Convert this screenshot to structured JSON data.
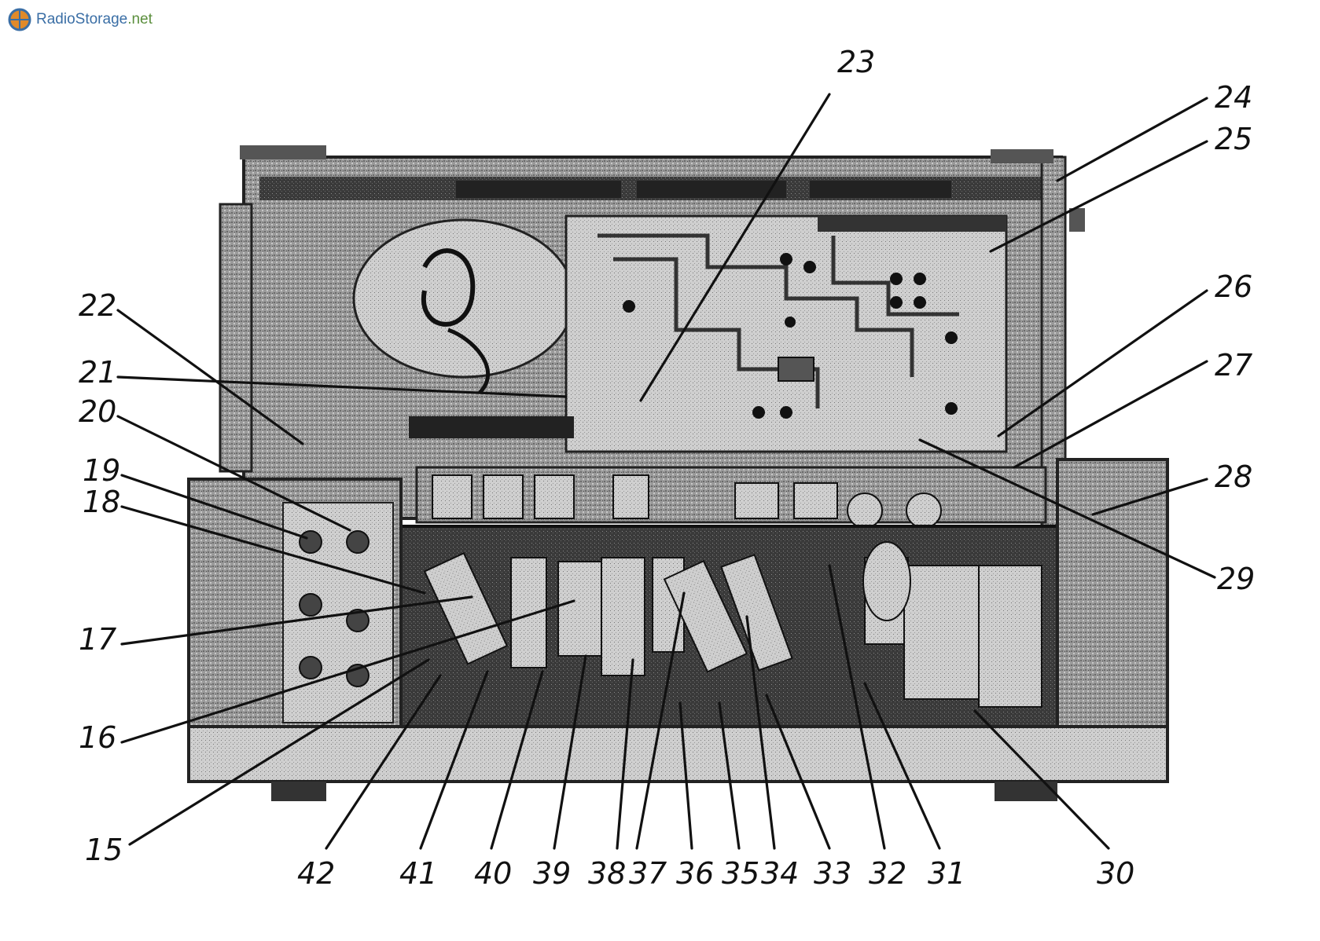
{
  "watermark": {
    "brand": "Radio",
    "brand2": "Storage",
    "tld": ".net"
  },
  "colors": {
    "ink": "#111111",
    "chassis": "#8a8a8a",
    "board": "#b5b5b5",
    "logo_blue": "#3a6ea5",
    "logo_green": "#5b8f3d",
    "logo_orange": "#e08a2a"
  },
  "callouts": [
    {
      "id": "15",
      "label": "15"
    },
    {
      "id": "16",
      "label": "16"
    },
    {
      "id": "17",
      "label": "17"
    },
    {
      "id": "18",
      "label": "18"
    },
    {
      "id": "19",
      "label": "19"
    },
    {
      "id": "20",
      "label": "20"
    },
    {
      "id": "21",
      "label": "21"
    },
    {
      "id": "22",
      "label": "22"
    },
    {
      "id": "23",
      "label": "23"
    },
    {
      "id": "24",
      "label": "24"
    },
    {
      "id": "25",
      "label": "25"
    },
    {
      "id": "26",
      "label": "26"
    },
    {
      "id": "27",
      "label": "27"
    },
    {
      "id": "28",
      "label": "28"
    },
    {
      "id": "29",
      "label": "29"
    },
    {
      "id": "30",
      "label": "30"
    },
    {
      "id": "31",
      "label": "31"
    },
    {
      "id": "32",
      "label": "32"
    },
    {
      "id": "33",
      "label": "33"
    },
    {
      "id": "34",
      "label": "34"
    },
    {
      "id": "35",
      "label": "35"
    },
    {
      "id": "36",
      "label": "36"
    },
    {
      "id": "37",
      "label": "37"
    },
    {
      "id": "38",
      "label": "38"
    },
    {
      "id": "39",
      "label": "39"
    },
    {
      "id": "40",
      "label": "40"
    },
    {
      "id": "41",
      "label": "41"
    },
    {
      "id": "42",
      "label": "42"
    }
  ]
}
